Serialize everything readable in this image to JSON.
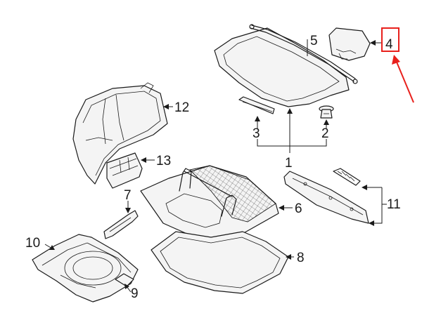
{
  "diagram": {
    "callouts": {
      "c1": "1",
      "c2": "2",
      "c3": "3",
      "c4": "4",
      "c5": "5",
      "c6": "6",
      "c7": "7",
      "c8": "8",
      "c9": "9",
      "c10": "10",
      "c11": "11",
      "c12": "12",
      "c13": "13"
    },
    "colors": {
      "highlight": "#e8201c",
      "line": "#1a1a1a",
      "background": "#ffffff"
    },
    "highlighted_callout": "4"
  }
}
